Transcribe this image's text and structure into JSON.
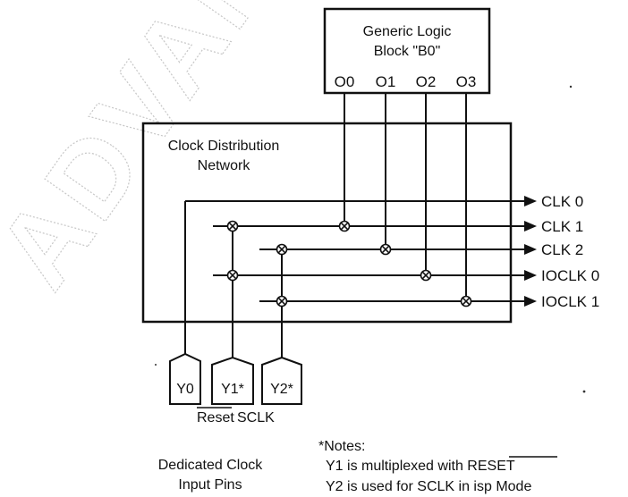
{
  "logic_block": {
    "title_line1": "Generic Logic",
    "title_line2": "Block \"B0\"",
    "outputs": [
      "O0",
      "O1",
      "O2",
      "O3"
    ]
  },
  "clock_network": {
    "title_line1": "Clock Distribution",
    "title_line2": "Network"
  },
  "clock_outputs": [
    "CLK 0",
    "CLK 1",
    "CLK 2",
    "IOCLK 0",
    "IOCLK 1"
  ],
  "input_pins": [
    "Y0",
    "Y1*",
    "Y2*"
  ],
  "pin_labels": {
    "reset": "Reset",
    "sclk": "SCLK"
  },
  "caption": {
    "line1": "Dedicated Clock",
    "line2": "Input Pins"
  },
  "notes": {
    "heading": "*Notes:",
    "line1_prefix": "Y1 is multiplexed with ",
    "line1_reset": "RESET",
    "line2": "Y2 is used for SCLK in isp Mode"
  },
  "watermark": "ADVANCE",
  "colors": {
    "line": "#111111",
    "watermark": "#9a9a9a"
  }
}
